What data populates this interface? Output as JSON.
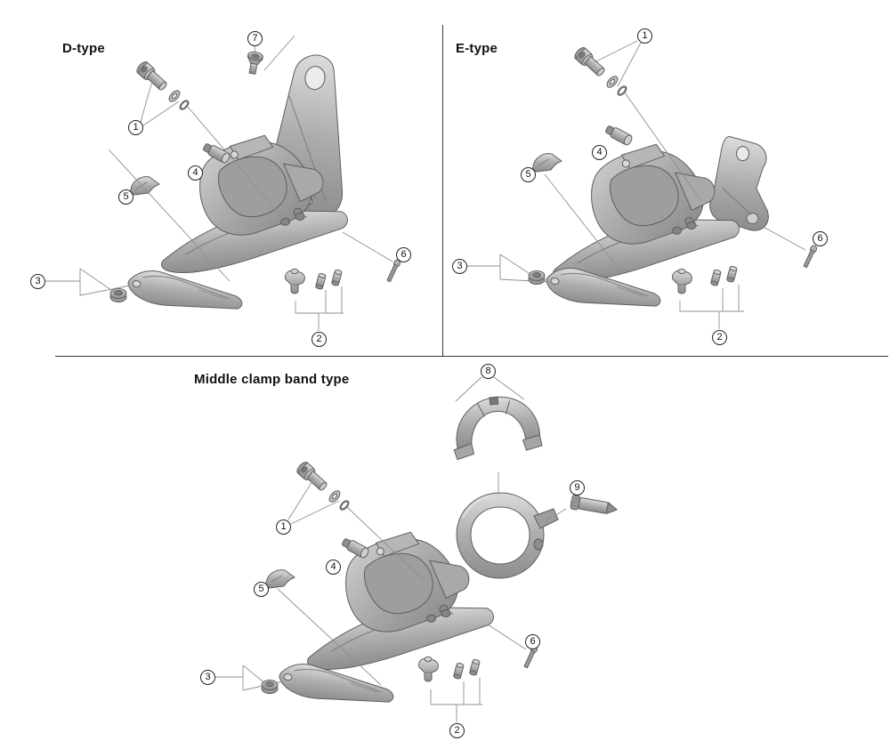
{
  "sections": {
    "d_type": {
      "label": "D-type",
      "callouts": {
        "c1": "1",
        "c2": "2",
        "c3": "3",
        "c4": "4",
        "c5": "5",
        "c6": "6",
        "c7": "7"
      }
    },
    "e_type": {
      "label": "E-type",
      "callouts": {
        "c1": "1",
        "c2": "2",
        "c3": "3",
        "c4": "4",
        "c5": "5",
        "c6": "6"
      }
    },
    "middle_clamp": {
      "label": "Middle clamp band type",
      "callouts": {
        "c1": "1",
        "c2": "2",
        "c3": "3",
        "c4": "4",
        "c5": "5",
        "c6": "6",
        "c8": "8",
        "c9": "9"
      }
    }
  },
  "colors": {
    "background": "#ffffff",
    "part_gray": "#a8a8a8",
    "outline": "#5f5f5f",
    "divider": "#3a3a3a",
    "text": "#111111"
  }
}
